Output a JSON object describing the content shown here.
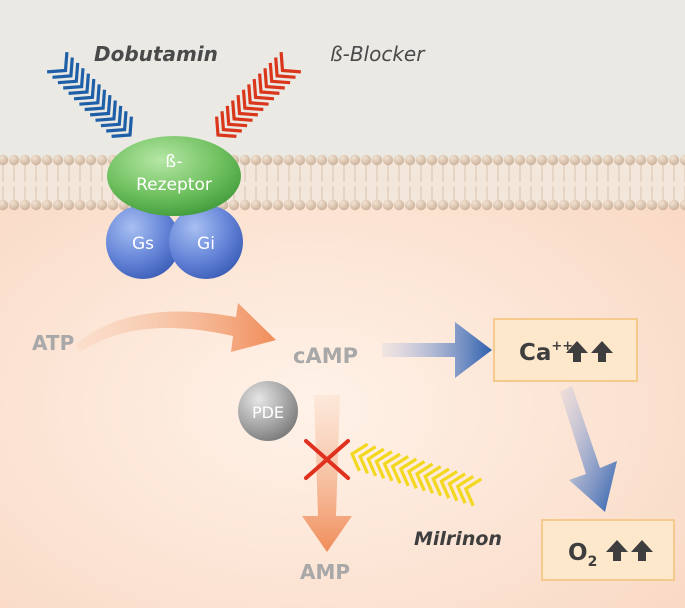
{
  "drugs": {
    "agonist": "Dobutamin",
    "antagonist": "ß-Blocker",
    "pde_inhibitor": "Milrinon"
  },
  "receptor": {
    "line1": "ß-",
    "line2": "Rezeptor",
    "subunit_left": "Gs",
    "subunit_right": "Gi"
  },
  "pathway": {
    "substrate": "ATP",
    "second_messenger": "cAMP",
    "enzyme": "PDE",
    "product": "AMP"
  },
  "effects": {
    "calcium_base": "Ca",
    "calcium_charge": "++",
    "oxygen_base": "O",
    "oxygen_sub": "2"
  },
  "colors": {
    "agonist_arrow": "#1f5fa8",
    "antagonist_arrow": "#d9361c",
    "inhibitor_arrow": "#f2d81e",
    "receptor": "#5cb85c",
    "g_protein": "#5b7fd6",
    "pde": "#8a8a8a",
    "cell_background": "#fbe0cf",
    "effect_box": "#fde8cc",
    "inhibit_cross": "#e0301e"
  }
}
